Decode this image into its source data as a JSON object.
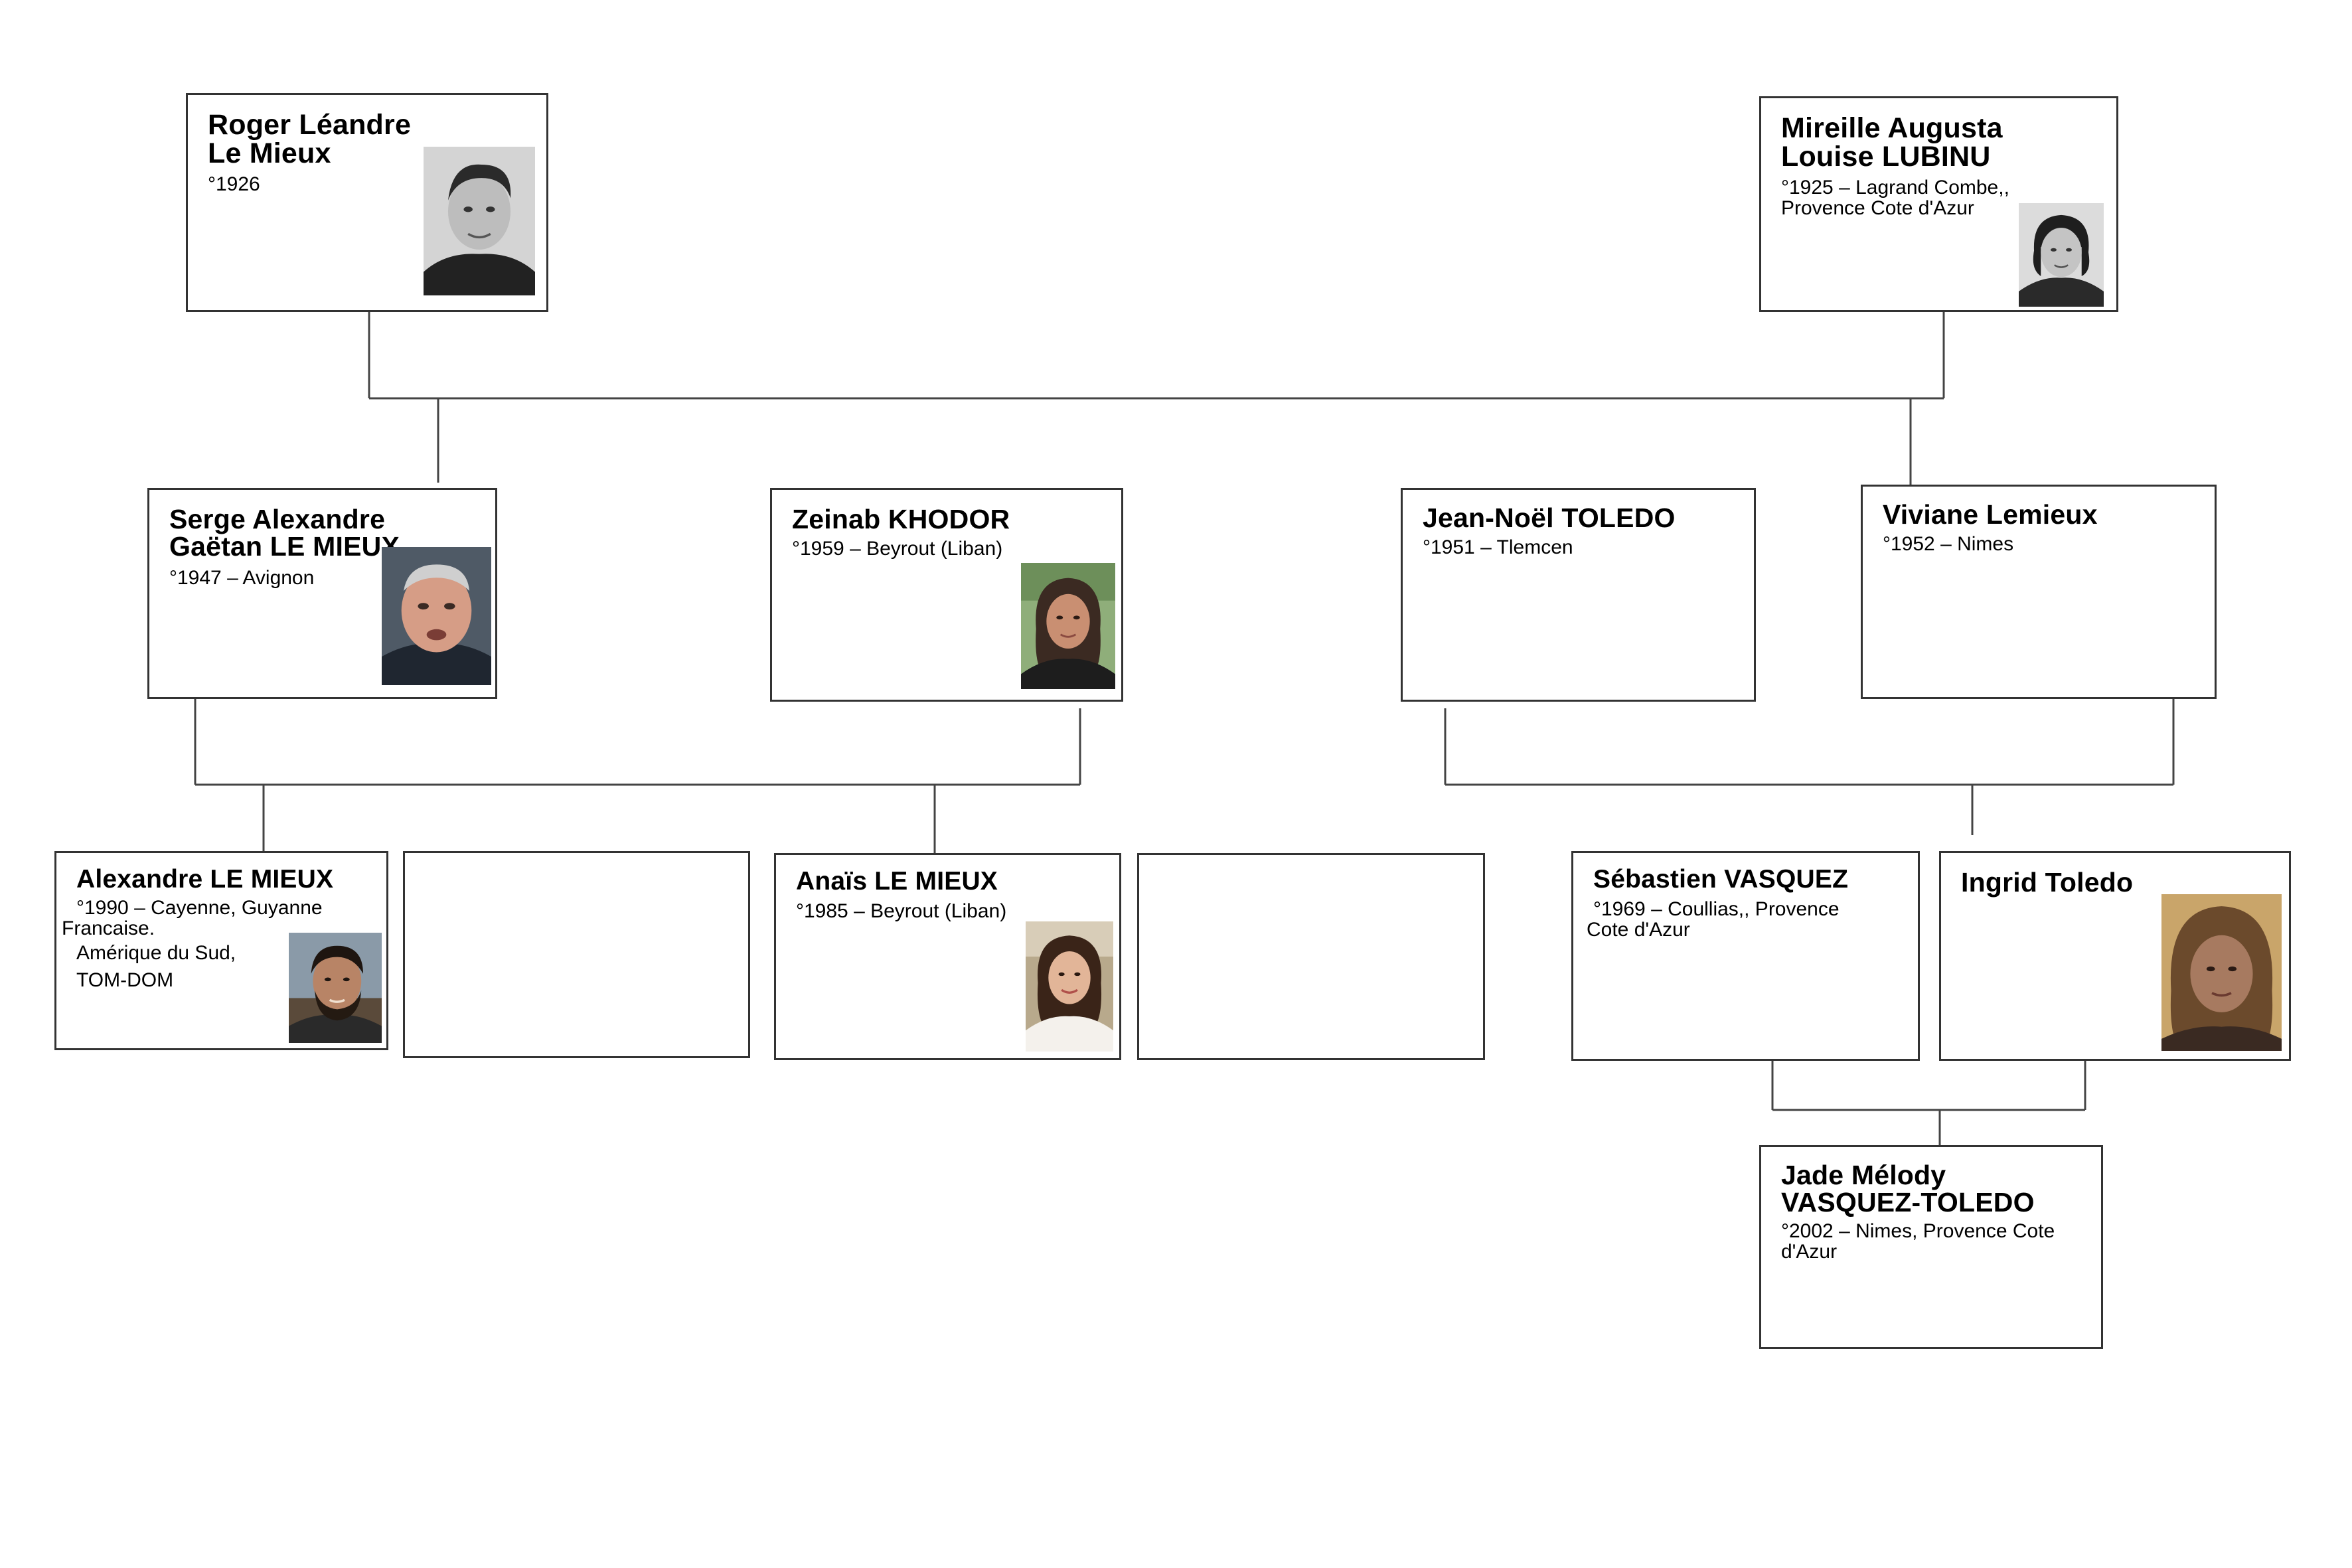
{
  "persons": {
    "roger": {
      "name_lines": [
        "Roger Léandre",
        "Le Mieux"
      ],
      "info_lines": [
        "°1926"
      ]
    },
    "mireille": {
      "name_lines": [
        "Mireille Augusta",
        "Louise LUBINU"
      ],
      "info_lines": [
        "°1925 – Lagrand Combe,,",
        "Provence Cote d'Azur"
      ]
    },
    "serge": {
      "name_lines": [
        "Serge Alexandre",
        "Gaëtan LE MIEUX"
      ],
      "info_lines": [
        "°1947 – Avignon"
      ]
    },
    "zeinab": {
      "name_lines": [
        "Zeinab KHODOR"
      ],
      "info_lines": [
        "°1959 – Beyrout (Liban)"
      ]
    },
    "jeannoel": {
      "name_lines": [
        "Jean-Noël TOLEDO"
      ],
      "info_lines": [
        "°1951 – Tlemcen"
      ]
    },
    "viviane": {
      "name_lines": [
        "Viviane Lemieux"
      ],
      "info_lines": [
        "°1952 – Nimes"
      ]
    },
    "alexandre": {
      "name_lines": [
        "Alexandre LE MIEUX"
      ],
      "info_lines": [
        "°1990 – Cayenne, Guyanne",
        "Francaise.",
        "Amérique du Sud,",
        "TOM-DOM"
      ]
    },
    "anais": {
      "name_lines": [
        "Anaïs LE MIEUX"
      ],
      "info_lines": [
        "°1985 – Beyrout (Liban)"
      ]
    },
    "sebastien": {
      "name_lines": [
        "Sébastien VASQUEZ"
      ],
      "info_lines": [
        "°1969 – Coullias,, Provence",
        "Cote d'Azur"
      ]
    },
    "ingrid": {
      "name_lines": [
        "Ingrid Toledo"
      ],
      "info_lines": []
    },
    "jade": {
      "name_lines": [
        "Jade Mélody",
        "VASQUEZ-TOLEDO"
      ],
      "info_lines": [
        "°2002 – Nimes, Provence Cote",
        "d'Azur"
      ]
    }
  }
}
